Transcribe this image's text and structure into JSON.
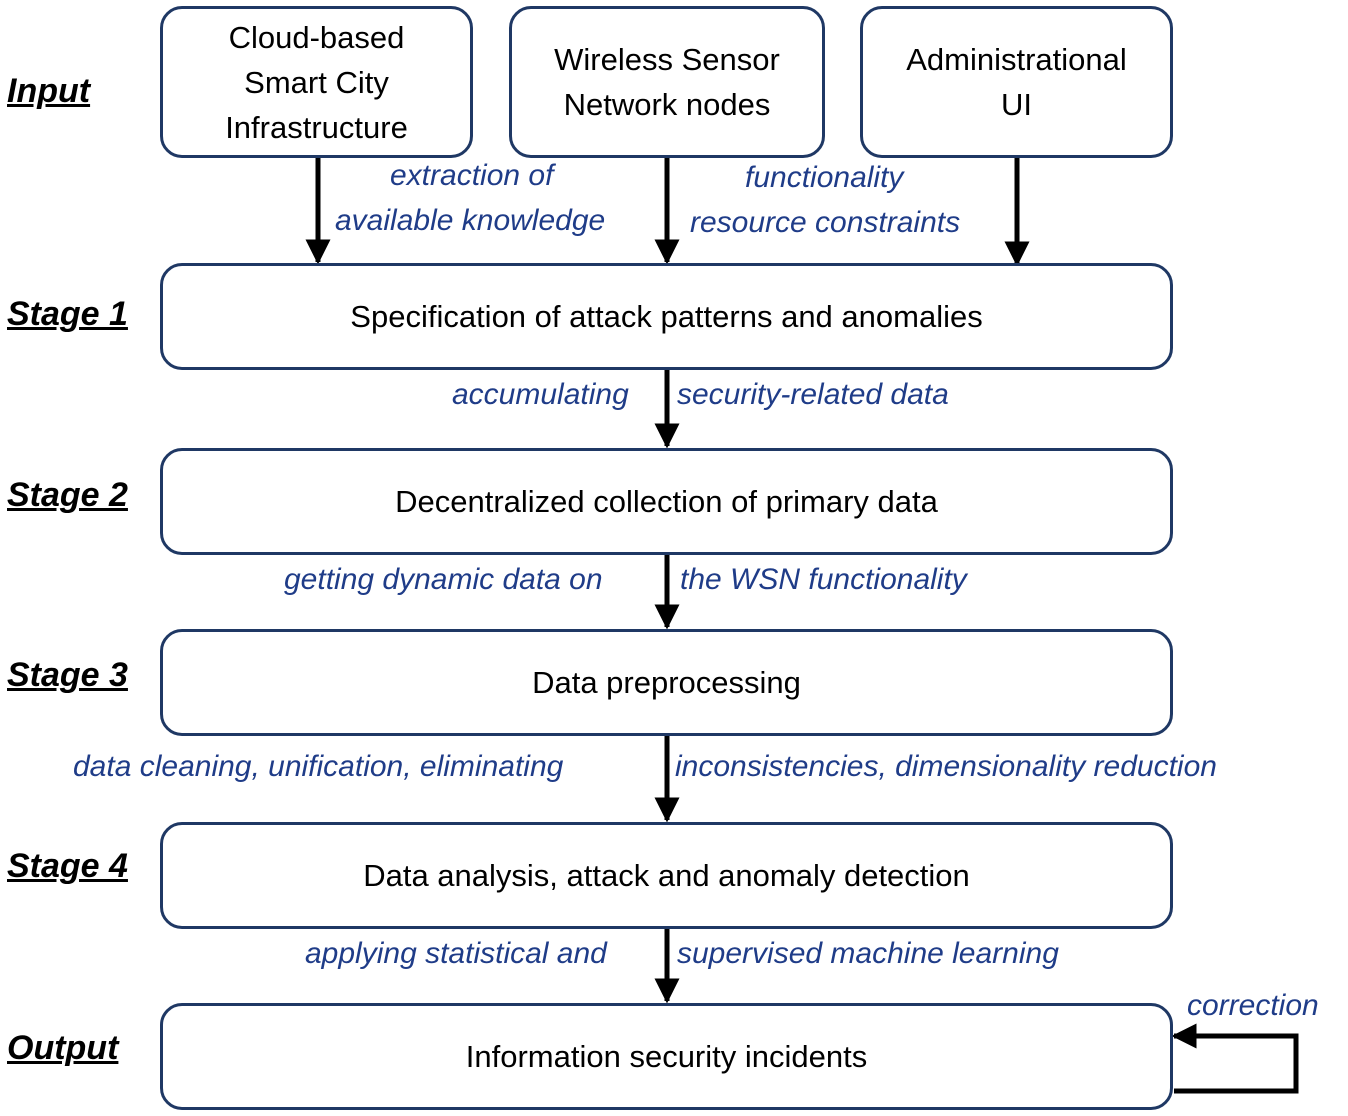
{
  "labels": {
    "input": "Input",
    "stage1": "Stage 1",
    "stage2": "Stage 2",
    "stage3": "Stage 3",
    "stage4": "Stage 4",
    "output": "Output"
  },
  "inputs": {
    "cloud": [
      "Cloud-based",
      "Smart City",
      "Infrastructure"
    ],
    "wsn": [
      "Wireless Sensor",
      "Network nodes"
    ],
    "admin": [
      "Administrational",
      "UI"
    ]
  },
  "stages": {
    "s1": "Specification of attack patterns and anomalies",
    "s2": "Decentralized collection of primary  data",
    "s3": "Data preprocessing",
    "s4": "Data analysis, attack and anomaly detection",
    "out": "Information security incidents"
  },
  "edges": {
    "extraction_1": "extraction of",
    "extraction_2": "available knowledge",
    "functionality_1": "functionality",
    "functionality_2": "resource constraints",
    "e1_left": "accumulating",
    "e1_right": "security-related data",
    "e2_left": "getting dynamic  data on",
    "e2_right": "the WSN functionality",
    "e3_left": "data cleaning, unification, eliminating",
    "e3_right": "inconsistencies, dimensionality  reduction",
    "e4_left": "applying statistical and",
    "e4_right": "supervised machine learning",
    "correction": "correction"
  },
  "colors": {
    "border": "#1f3864",
    "edge_text": "#1f3c88",
    "arrow": "#000000"
  }
}
